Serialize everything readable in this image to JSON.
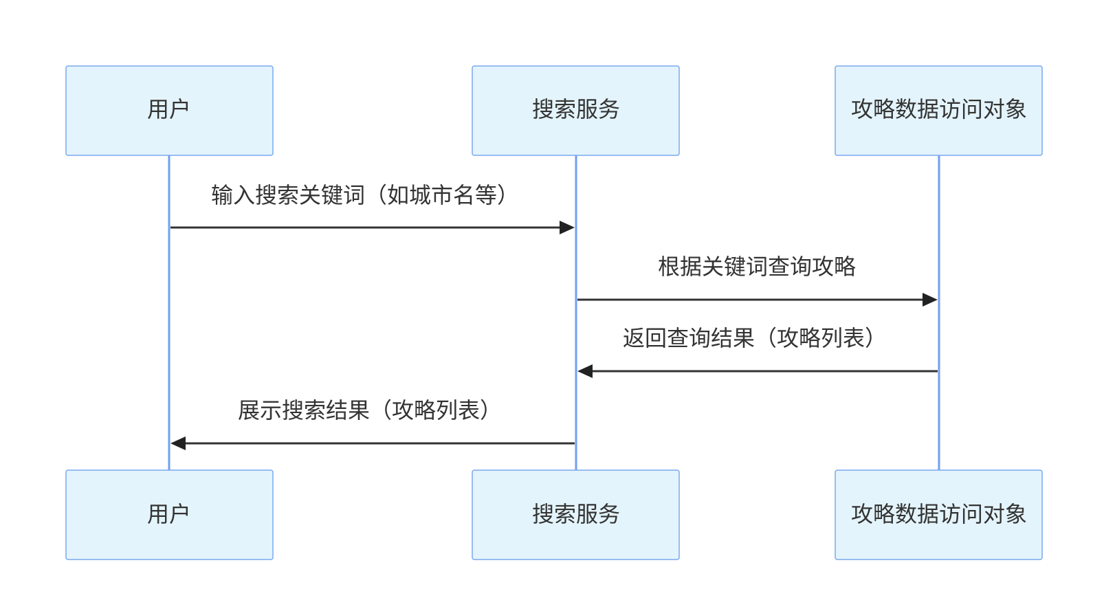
{
  "participants": [
    {
      "id": "user",
      "label": "用户"
    },
    {
      "id": "search",
      "label": "搜索服务"
    },
    {
      "id": "dao",
      "label": "攻略数据访问对象"
    }
  ],
  "messages": [
    {
      "from": "user",
      "to": "search",
      "label": "输入搜索关键词（如城市名等）"
    },
    {
      "from": "search",
      "to": "dao",
      "label": "根据关键词查询攻略"
    },
    {
      "from": "dao",
      "to": "search",
      "label": "返回查询结果（攻略列表）"
    },
    {
      "from": "search",
      "to": "user",
      "label": "展示搜索结果（攻略列表）"
    }
  ],
  "colors": {
    "box_fill": "#e4f4fc",
    "box_border": "#7aa8ee",
    "lifeline": "#6f9ff2",
    "arrow": "#333333"
  }
}
